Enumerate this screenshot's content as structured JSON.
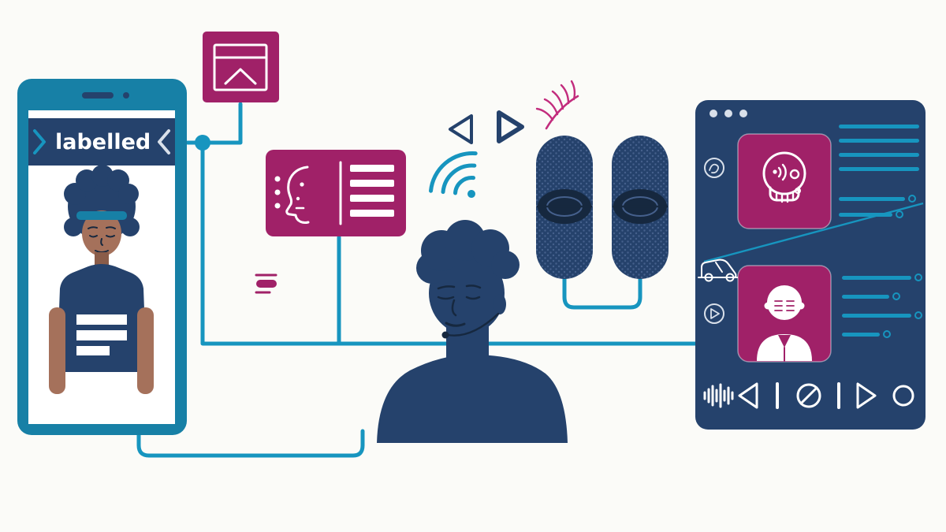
{
  "phone": {
    "screen_label": "labelled",
    "prev_icon": "chevron-right-teal",
    "next_icon": "chevron-left-grey"
  },
  "colors": {
    "background": "#fbfbf8",
    "teal": "#1795bf",
    "teal_dark": "#1780a6",
    "navy": "#25426c",
    "navy_deep": "#16283f",
    "magenta": "#a02168",
    "pink": "#c22c7d",
    "skin": "#a5715b",
    "skin_shadow": "#8a5c49",
    "white": "#ffffff",
    "light": "#d9e0ea",
    "mesh_dot": "#45608c"
  },
  "icons": {
    "browser_thumbnail": "window outline with mountain triangle",
    "face_recognition_card": "profile face outline with text bars",
    "list_toggle": "stacked lines with solid pill",
    "wifi_signal": "three arcs with dot",
    "prev_triangle": "left-pointing outlined triangle",
    "next_triangle": "right-pointing outlined triangle",
    "feather": "curved feather with barbs",
    "microphone": "mesh pill capsule microphone",
    "skull_audio": "skull outline with sound arcs",
    "avatar": "white bust with collar",
    "van_sketch": "line-art van",
    "scribble_badge": "circled scribble",
    "play_badge": "circled play flag",
    "waveform": "vertical bars",
    "rewind": "left triangle outline",
    "block": "circle with slash",
    "forward": "right triangle outline",
    "record_circle": "circle outline"
  }
}
